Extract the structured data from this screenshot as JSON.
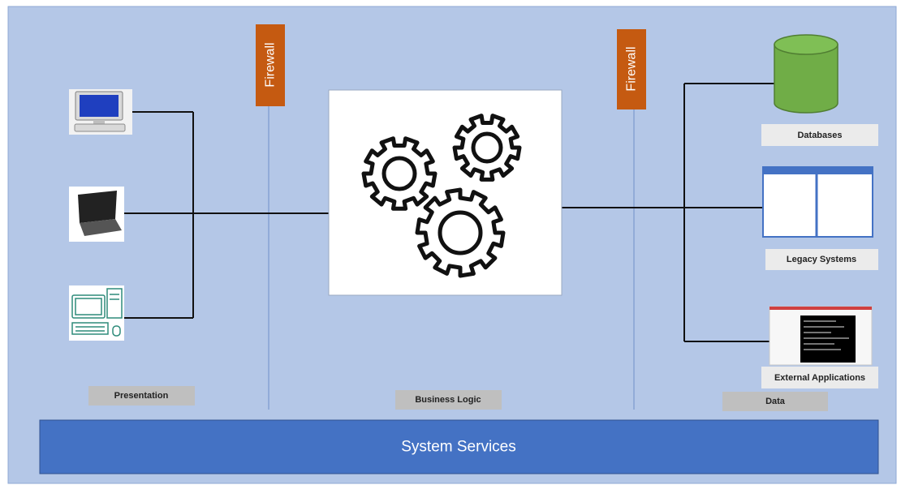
{
  "firewalls": {
    "left": {
      "label": "Firewall"
    },
    "right": {
      "label": "Firewall"
    }
  },
  "tiers": {
    "presentation": "Presentation",
    "business_logic": "Business Logic",
    "data": "Data"
  },
  "data_sources": {
    "databases": "Databases",
    "legacy_systems": "Legacy Systems",
    "external_applications": "External Applications"
  },
  "system_services": "System Services",
  "colors": {
    "background": "#b4c7e7",
    "firewall": "#c55a11",
    "services_bar": "#4472c4",
    "label_box": "#bfbfbf",
    "database": "#70ad47",
    "legacy_frame": "#4472c4"
  },
  "icons": [
    "desktop-computer-icon",
    "laptop-icon",
    "workstation-icon",
    "gears-icon",
    "database-icon",
    "legacy-system-window-icon",
    "terminal-window-icon"
  ]
}
